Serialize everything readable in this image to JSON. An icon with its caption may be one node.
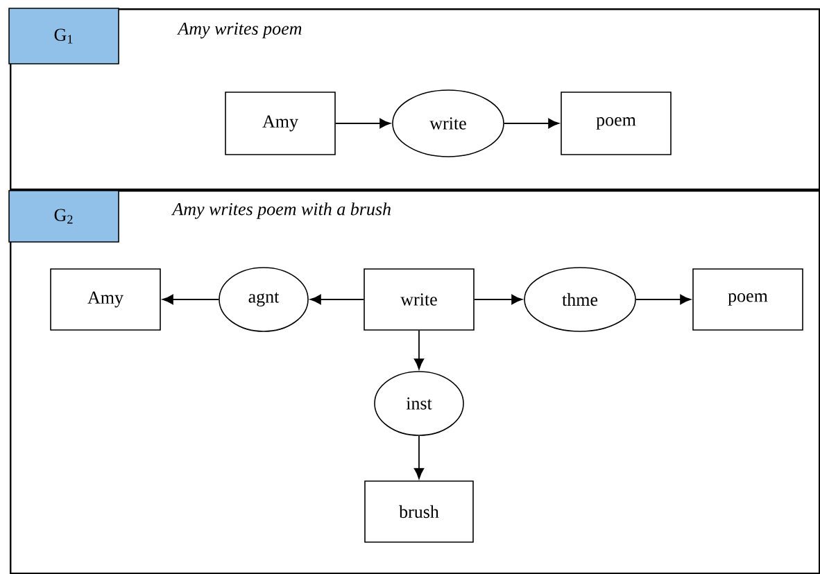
{
  "diagram": {
    "nodes": [
      {
        "text": [
          "Amy writes poem"
        ]
      },
      {
        "text": [
          "G$_{1}$"
        ],
        "in": 0
      },
      {
        "text": [
          "Amy"
        ],
        "in": 0
      },
      {
        "text": [
          "write"
        ],
        "in": 0
      },
      {
        "text": [
          "poem"
        ],
        "in": 0
      },
      {
        "text": [
          "Amy writes poem with a brush"
        ]
      },
      {
        "text": [
          "G$_{2}$"
        ],
        "in": 5
      },
      {
        "text": [
          "Amy"
        ],
        "in": 5
      },
      {
        "text": [
          "agnt"
        ],
        "in": 5
      },
      {
        "text": [
          "write"
        ],
        "in": 5
      },
      {
        "text": [
          "thme"
        ],
        "in": 5
      },
      {
        "text": [
          "poem"
        ],
        "in": 5
      },
      {
        "text": [
          "inst"
        ],
        "in": 5
      },
      {
        "text": [
          "brush"
        ],
        "in": 5
      }
    ],
    "edges": [
      {
        "from": 2,
        "to": 3,
        "arrow": "to"
      },
      {
        "from": 3,
        "to": 4,
        "arrow": "to"
      },
      {
        "from": 8,
        "to": 7,
        "arrow": "to"
      },
      {
        "from": 9,
        "to": 8,
        "arrow": "to"
      },
      {
        "from": 9,
        "to": 10,
        "arrow": "to"
      },
      {
        "from": 10,
        "to": 11,
        "arrow": "to"
      },
      {
        "from": 9,
        "to": 12,
        "arrow": "to"
      },
      {
        "from": 12,
        "to": 13,
        "arrow": "to"
      }
    ]
  }
}
